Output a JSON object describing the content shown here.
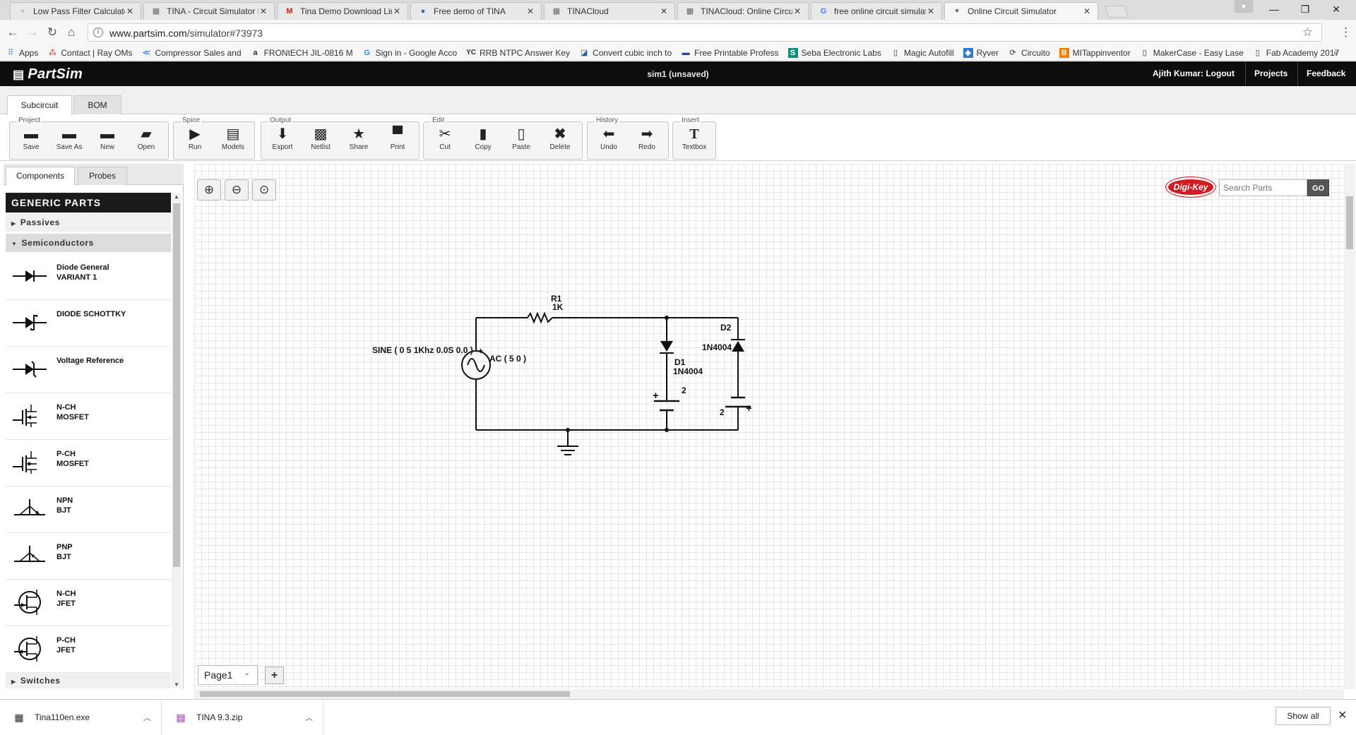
{
  "browser": {
    "tabs": [
      {
        "label": "Low Pass Filter Calculator",
        "icon": "page-icon"
      },
      {
        "label": "TINA - Circuit Simulator f",
        "icon": "tina-icon"
      },
      {
        "label": "Tina Demo Download Lin",
        "icon": "gmail-icon"
      },
      {
        "label": "Free demo of TINA",
        "icon": "globe-icon"
      },
      {
        "label": "TINACloud",
        "icon": "tina-icon"
      },
      {
        "label": "TINACloud: Online Circuit",
        "icon": "tina-icon"
      },
      {
        "label": "free online circuit simulat",
        "icon": "google-icon"
      },
      {
        "label": "Online Circuit Simulator",
        "icon": "partsim-icon"
      }
    ],
    "url_host": "www.partsim.com",
    "url_path": "/simulator#73973",
    "bookmarks": [
      {
        "label": "Apps",
        "icon": "apps-icon"
      },
      {
        "label": "Contact | Ray OMs",
        "icon": "bookmark-icon"
      },
      {
        "label": "Compressor Sales and",
        "icon": "bookmark-icon"
      },
      {
        "label": "FRONtECH JIL-0816 M",
        "icon": "amazon-icon"
      },
      {
        "label": "Sign in - Google Acco",
        "icon": "google-icon"
      },
      {
        "label": "RRB NTPC Answer Key",
        "icon": "yc-icon"
      },
      {
        "label": "Convert cubic inch to",
        "icon": "bookmark-icon"
      },
      {
        "label": "Free Printable Profess",
        "icon": "bookmark-icon"
      },
      {
        "label": "Seba Electronic Labs",
        "icon": "s-icon"
      },
      {
        "label": "Magic Autofill",
        "icon": "page-icon"
      },
      {
        "label": "Ryver",
        "icon": "ryver-icon"
      },
      {
        "label": "Circuito",
        "icon": "circuito-icon"
      },
      {
        "label": "MITappinventor",
        "icon": "blogger-icon"
      },
      {
        "label": "MakerCase - Easy Lase",
        "icon": "page-icon"
      },
      {
        "label": "Fab Academy 2017",
        "icon": "page-icon"
      }
    ],
    "bookmarks_more": "»"
  },
  "app": {
    "logo": "PartSim",
    "doc_title": "sim1 (unsaved)",
    "user_link": "Ajith Kumar: Logout",
    "projects_link": "Projects",
    "feedback_link": "Feedback"
  },
  "toolbar": {
    "tabs": [
      "Subcircuit",
      "BOM"
    ],
    "groups": [
      {
        "label": "Project",
        "buttons": [
          {
            "label": "Save",
            "icon": "save-icon"
          },
          {
            "label": "Save As",
            "icon": "save-as-icon"
          },
          {
            "label": "New",
            "icon": "new-icon"
          },
          {
            "label": "Open",
            "icon": "open-folder-icon"
          }
        ]
      },
      {
        "label": "Spice",
        "buttons": [
          {
            "label": "Run",
            "icon": "run-icon"
          },
          {
            "label": "Models",
            "icon": "models-icon"
          }
        ]
      },
      {
        "label": "Output",
        "buttons": [
          {
            "label": "Export",
            "icon": "export-icon"
          },
          {
            "label": "Netlist",
            "icon": "netlist-icon"
          },
          {
            "label": "Share",
            "icon": "star-icon"
          },
          {
            "label": "Print",
            "icon": "print-icon"
          }
        ]
      },
      {
        "label": "Edit",
        "buttons": [
          {
            "label": "Cut",
            "icon": "scissors-icon"
          },
          {
            "label": "Copy",
            "icon": "copy-icon"
          },
          {
            "label": "Paste",
            "icon": "paste-icon"
          },
          {
            "label": "Delete",
            "icon": "delete-icon"
          }
        ]
      },
      {
        "label": "History",
        "buttons": [
          {
            "label": "Undo",
            "icon": "undo-icon"
          },
          {
            "label": "Redo",
            "icon": "redo-icon"
          }
        ]
      },
      {
        "label": "Insert",
        "buttons": [
          {
            "label": "Textbox",
            "icon": "textbox-icon"
          }
        ]
      }
    ]
  },
  "panel": {
    "tabs": [
      "Components",
      "Probes"
    ],
    "header": "GENERIC PARTS",
    "categories": {
      "passives": "Passives",
      "semiconductors": "Semiconductors",
      "switches": "Switches"
    },
    "components": [
      {
        "line1": "Diode General",
        "line2": "VARIANT 1",
        "icon": "diode-icon"
      },
      {
        "line1": "DIODE SCHOTTKY",
        "line2": "",
        "icon": "schottky-diode-icon"
      },
      {
        "line1": "Voltage Reference",
        "line2": "",
        "icon": "voltage-reference-icon"
      },
      {
        "line1": "N-CH",
        "line2": "MOSFET",
        "icon": "nmos-icon"
      },
      {
        "line1": "P-CH",
        "line2": "MOSFET",
        "icon": "pmos-icon"
      },
      {
        "line1": "NPN",
        "line2": "BJT",
        "icon": "npn-icon"
      },
      {
        "line1": "PNP",
        "line2": "BJT",
        "icon": "pnp-icon"
      },
      {
        "line1": "N-CH",
        "line2": "JFET",
        "icon": "njfet-icon"
      },
      {
        "line1": "P-CH",
        "line2": "JFET",
        "icon": "pjfet-icon"
      }
    ]
  },
  "canvas": {
    "search_placeholder": "Search Parts",
    "search_go": "GO",
    "digikey_logo": "Digi-Key",
    "page_tab": "Page1",
    "add_page": "+",
    "schematic": {
      "r1_name": "R1",
      "r1_value": "1K",
      "source_label": "SINE ( 0 5 1Khz 0.0S 0.0 )",
      "source_ac": "AC ( 5 0 )",
      "source_plus": "+",
      "d1_name": "D1",
      "d1_model": "1N4004",
      "d2_name": "D2",
      "d2_model": "1N4004",
      "v1_value": "2",
      "v2_value": "2",
      "plus1": "+",
      "plus2": "+"
    }
  },
  "downloads": {
    "items": [
      {
        "name": "Tina110en.exe",
        "icon": "exe-icon"
      },
      {
        "name": "TINA 9.3.zip",
        "icon": "zip-icon"
      }
    ],
    "show_all": "Show all"
  }
}
